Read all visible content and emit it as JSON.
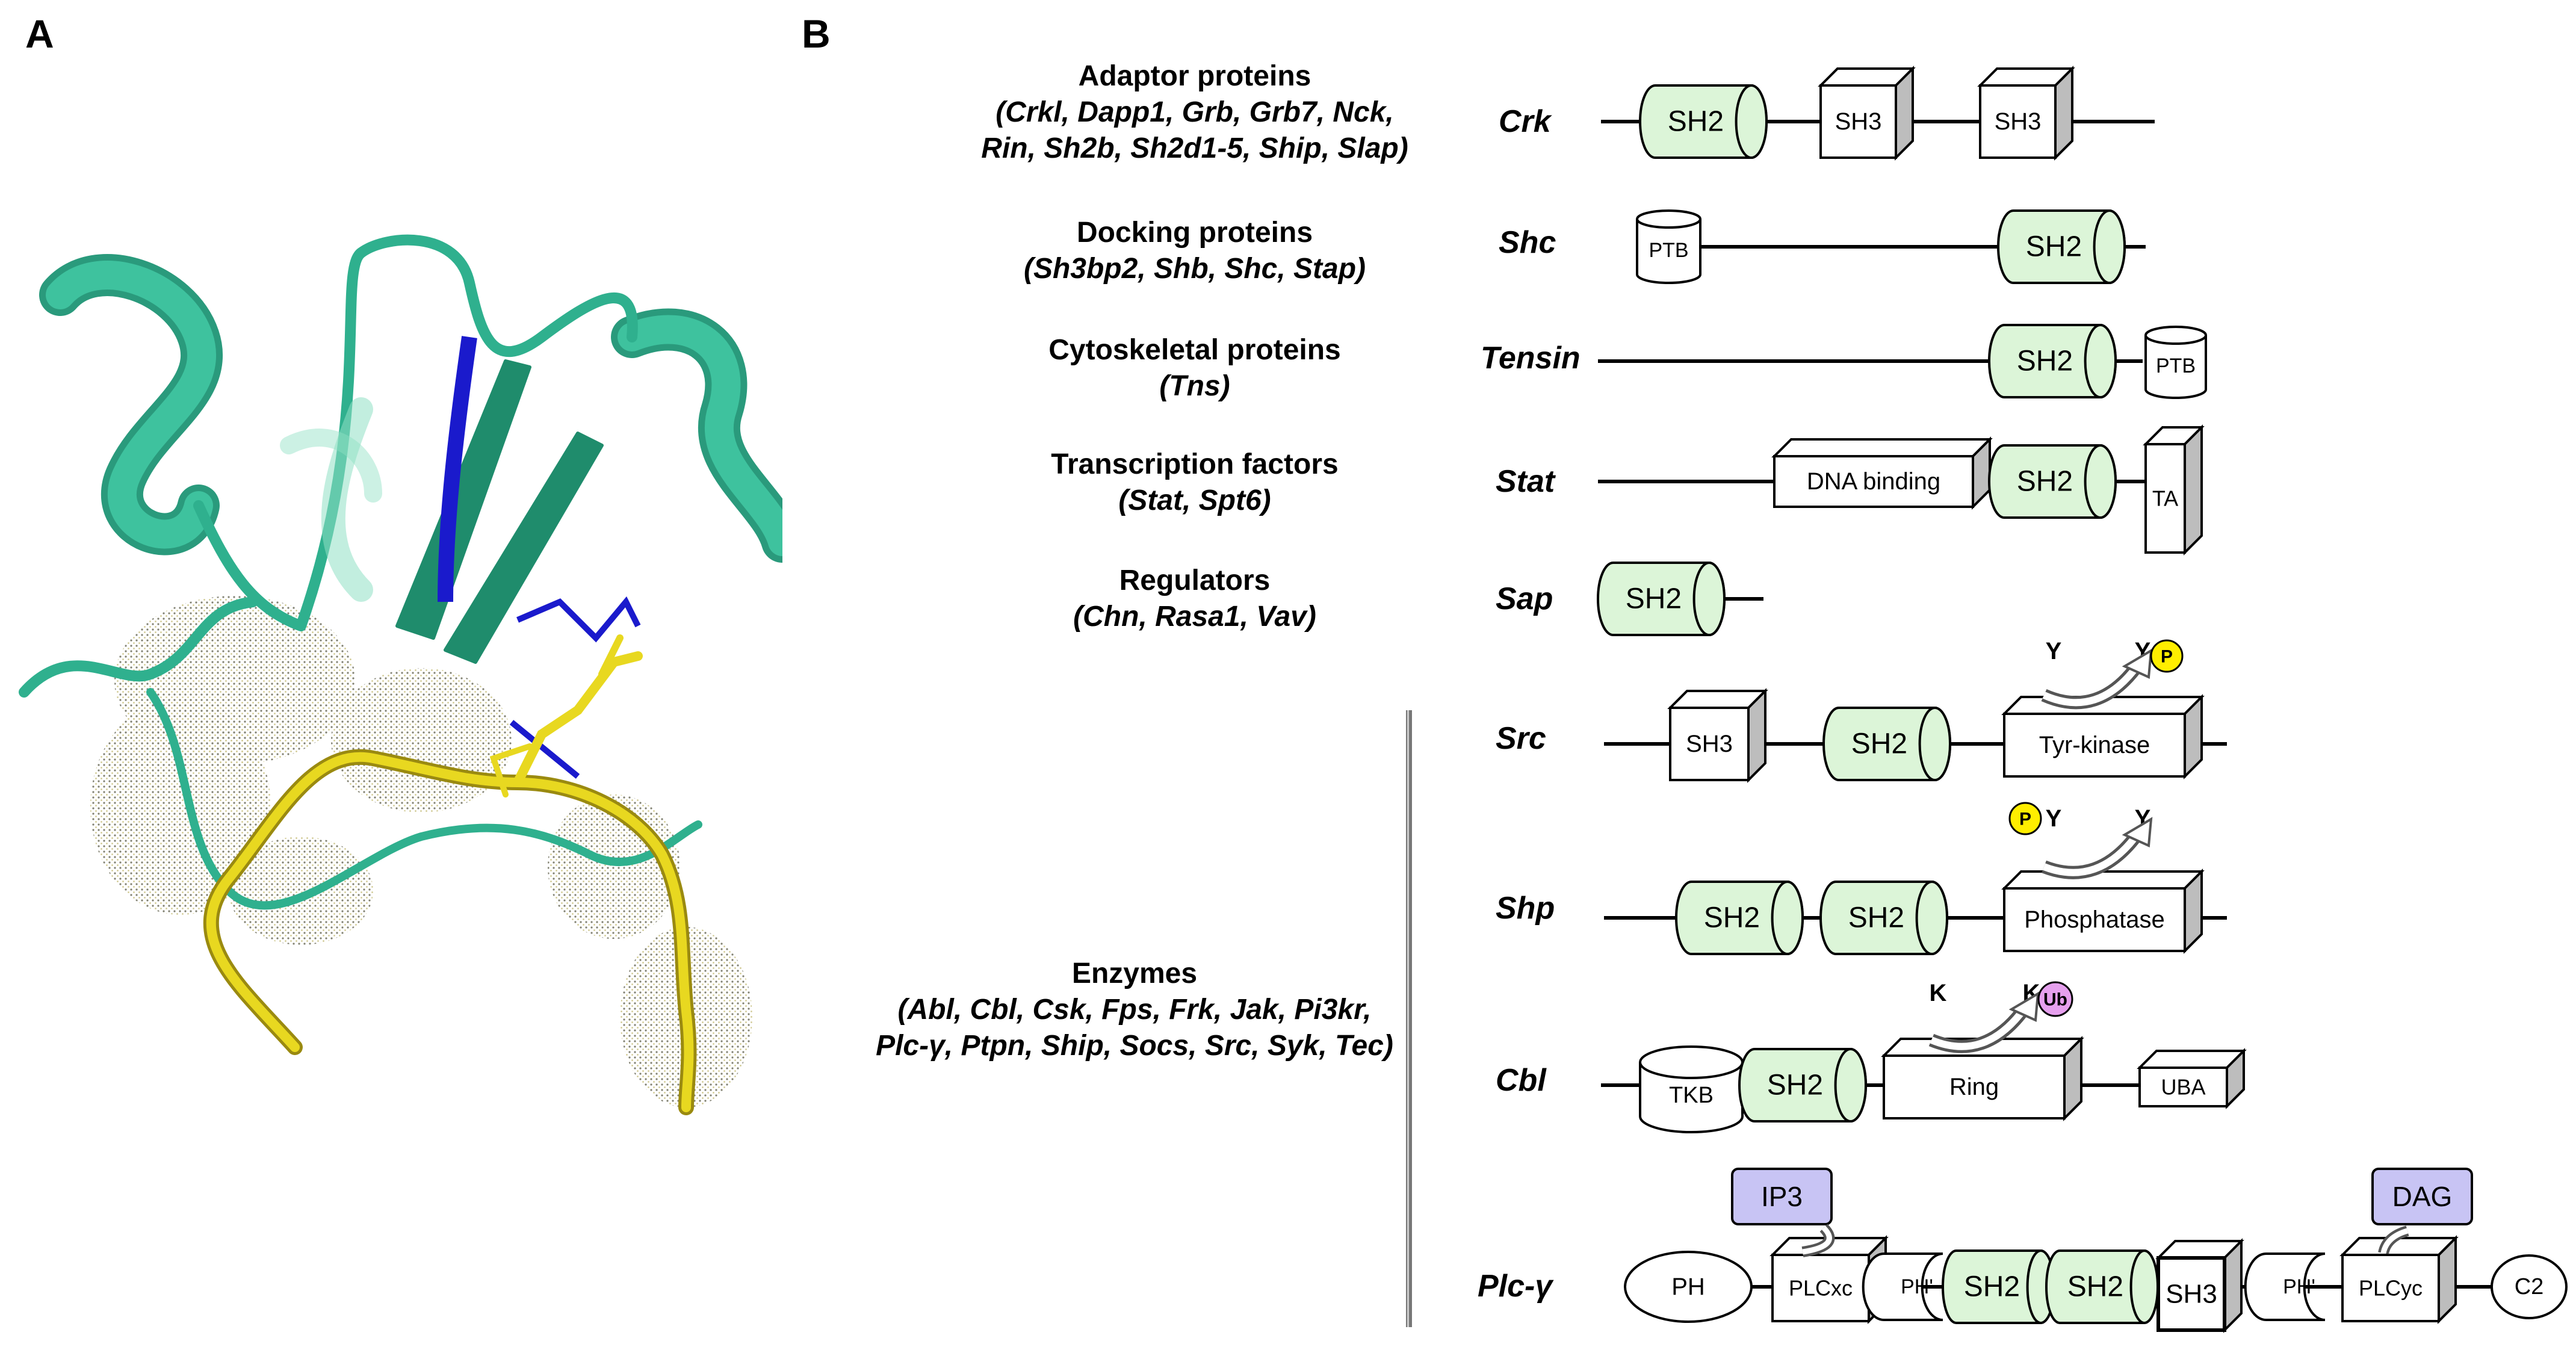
{
  "panels": {
    "a": "A",
    "b": "B"
  },
  "categories": [
    {
      "title": "Adaptor proteins",
      "members": [
        "(Crkl, Dapp1, Grb, Grb7, Nck,",
        "Rin, Sh2b, Sh2d1-5, Ship, Slap)"
      ]
    },
    {
      "title": "Docking proteins",
      "members": [
        "(Sh3bp2, Shb, Shc, Stap)"
      ]
    },
    {
      "title": "Cytoskeletal proteins",
      "members": [
        "(Tns)"
      ]
    },
    {
      "title": "Transcription factors",
      "members": [
        "(Stat, Spt6)"
      ]
    },
    {
      "title": "Regulators",
      "members": [
        "(Chn, Rasa1, Vav)"
      ]
    },
    {
      "title": "Enzymes",
      "members": [
        "(Abl, Cbl, Csk, Fps, Frk, Jak, Pi3kr,",
        "Plc-γ, Ptpn, Ship, Socs, Src, Syk, Tec)"
      ]
    }
  ],
  "proteins": [
    {
      "name": "Crk",
      "domains": [
        "SH2",
        "SH3",
        "SH3"
      ]
    },
    {
      "name": "Shc",
      "domains": [
        "PTB",
        "SH2"
      ]
    },
    {
      "name": "Tensin",
      "domains": [
        "SH2",
        "PTB"
      ]
    },
    {
      "name": "Stat",
      "domains": [
        "DNA binding",
        "SH2",
        "TA"
      ]
    },
    {
      "name": "Sap",
      "domains": [
        "SH2"
      ]
    },
    {
      "name": "Src",
      "domains": [
        "SH3",
        "SH2",
        "Tyr-kinase"
      ],
      "annotations": [
        "Y",
        "Y",
        "P"
      ]
    },
    {
      "name": "Shp",
      "domains": [
        "SH2",
        "SH2",
        "Phosphatase"
      ],
      "annotations": [
        "P",
        "Y",
        "Y"
      ]
    },
    {
      "name": "Cbl",
      "domains": [
        "TKB",
        "SH2",
        "Ring",
        "UBA"
      ],
      "annotations": [
        "K",
        "K",
        "Ub"
      ]
    },
    {
      "name": "Plc-γ",
      "domains": [
        "PH",
        "PLCxc",
        "PH'",
        "SH2",
        "SH2",
        "SH3",
        "PH'",
        "PLCyc",
        "C2"
      ],
      "annotations": [
        "IP3",
        "DAG"
      ]
    }
  ],
  "colors": {
    "sh2_fill": "#dcf5d8",
    "ip3_fill": "#c8c4f4",
    "p_fill": "#ffee00",
    "ub_fill": "#e6a0ee",
    "helix": "#3ec29e",
    "ligand": "#e8d820",
    "blue": "#1a1acc"
  }
}
